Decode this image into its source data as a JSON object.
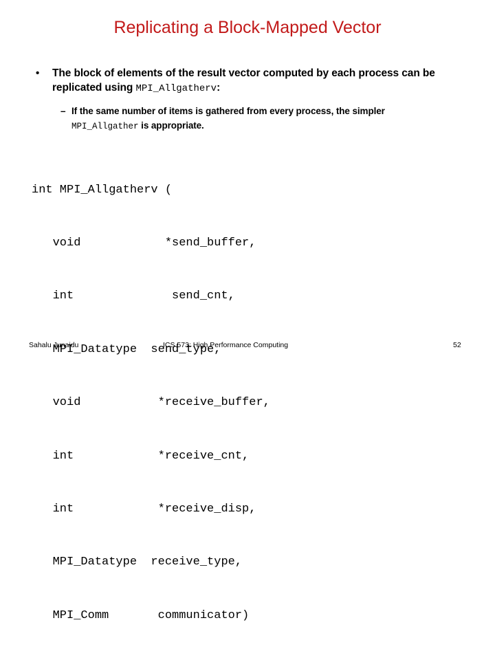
{
  "slide": {
    "title": "Replicating a Block-Mapped Vector",
    "title_color": "#c21a1a",
    "background_color": "#ffffff",
    "text_color": "#000000"
  },
  "bullets": {
    "level1": {
      "marker": "•",
      "text_before_code": "The block of elements of the result vector computed by each process can be replicated using ",
      "code_term": "MPI_Allgatherv",
      "text_after_code": ":"
    },
    "level2": {
      "marker": "–",
      "line1": "If the same number of items is gathered from every process, the simpler",
      "code_term": "MPI_Allgather",
      "line2_after_code": " is appropriate."
    }
  },
  "code": {
    "lines": [
      "int MPI_Allgatherv (",
      "   void            *send_buffer,",
      "   int              send_cnt,",
      "   MPI_Datatype  send_type,",
      "   void           *receive_buffer,",
      "   int            *receive_cnt,",
      "   int            *receive_disp,",
      "   MPI_Datatype  receive_type,",
      "   MPI_Comm       communicator)"
    ]
  },
  "footer": {
    "author": "Sahalu Junaidu",
    "course": "ICS 573: High Performance Computing",
    "page_number": "52"
  }
}
